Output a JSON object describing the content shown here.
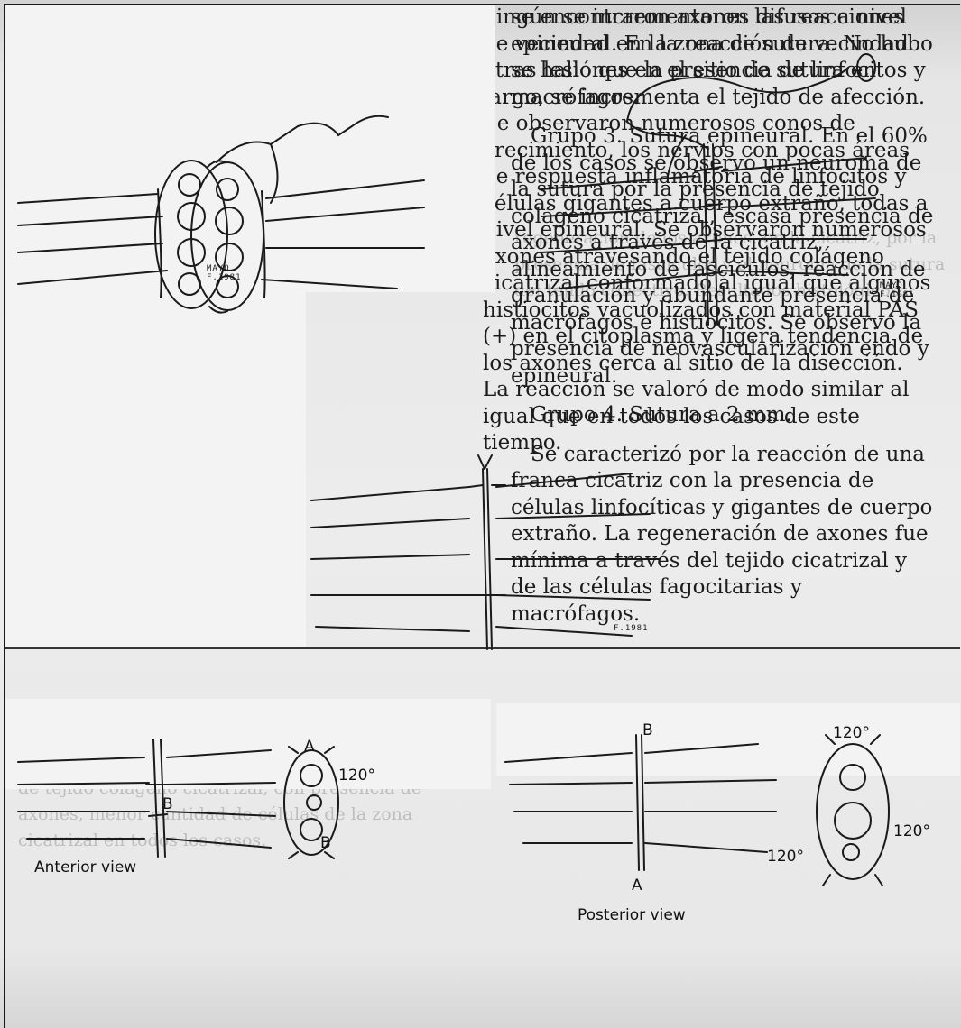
{
  "columns": {
    "left": [
      "ningún se incrementaron las reacciones de vecindad en la zona de sutura. No hubo otras lesiones en el sitio de sutura en largo, se incrementa el tejido de afección.",
      "Se observaron numerosos conos de crecimiento, los nervios con pocas áreas de respuesta inflamatoria de linfocitos y células gigantes a cuerpo extraño, todas a nivel epineural. Se observaron numerosos axones atravesando el tejido colágeno cicatrizal conformado al igual que algunos histiocitos vacuolizados con material PAS (+) en el citoplasma y ligera tendencia de los axones cerca al sitio de la disección. La reacción se valoró de modo similar al igual que en todos los casos de este tiempo."
    ],
    "right": [
      "se encontraron axones difusos a nivel epineural. En la reacción de vecindad se halló que la presencia de linfocitos y macrófagos.",
      "Grupo 3. Sutura epineural. En el 60% de los casos se observó un neuroma de la sutura por la presencia de tejido colágeno cicatrizal, escasa presencia de axones a través de la cicatriz, alineamiento de fascículos, reacción de granulación y abundante presencia de macrófagos e histiocitos. Se observó la presencia de neovascularización endo y epineural.",
      "Grupo 4. Sutura a 2 mm.",
      "Se caracterizó por la reacción de una franca cicatriz con la presencia de células linfocíticas y gigantes de cuerpo extraño. La regeneración de axones fue mínima a través del tejido cicatrizal y de las células fagocitarias y macrófagos."
    ]
  },
  "ghost": {
    "upper": "regeneración de los axones, en la cicatriz, por la presencia de fascículos y el neuroma de la sutura del tejido conectivo. Resultados histológicos.",
    "lower": "de tejido colágeno cicatrizal, con presencia de axones, menor cantidad de células de la zona cicatrizal en todos los casos."
  },
  "figure": {
    "stamp_mayo": "MAYO",
    "stamp_year": "F.1981",
    "anterior": {
      "a": "A",
      "b": "B",
      "angle": "120°",
      "caption": "Anterior view"
    },
    "posterior": {
      "a": "A",
      "b": "B",
      "angle": "120°",
      "caption": "Posterior view"
    }
  }
}
